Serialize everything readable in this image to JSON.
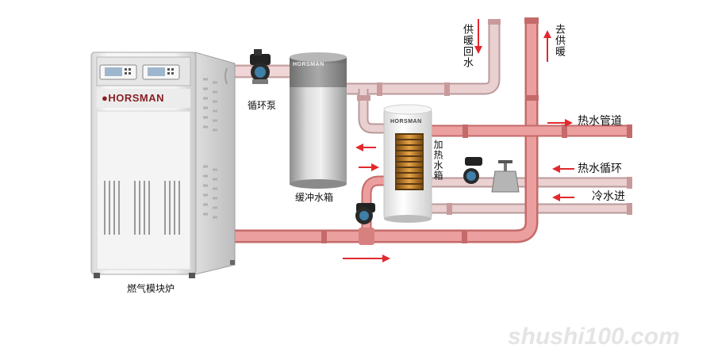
{
  "labels": {
    "circulation_pump": "循环泵",
    "buffer_tank": "缓冲水箱",
    "heating_tank": "加热水箱",
    "boiler": "燃气模块炉",
    "heating_return": "供暖回水",
    "to_heating": "去供暖",
    "hot_water_pipe": "热水管道",
    "hot_water_circulation": "热水循环",
    "cold_water_in": "冷水进"
  },
  "brand": "HORSMAN",
  "watermark": "shushi100.com",
  "colors": {
    "hot_pipe": "#e99797",
    "hot_pipe_dark": "#c46a6a",
    "cold_pipe": "#e9c9ca",
    "cold_pipe_dark": "#b99a9b",
    "arrow": "#e2282d",
    "boiler_body": "#f1f1f1",
    "tank_silver": "#bcbcbc"
  },
  "icons": [
    "flow-arrow-icon",
    "pump-icon",
    "valve-icon"
  ]
}
